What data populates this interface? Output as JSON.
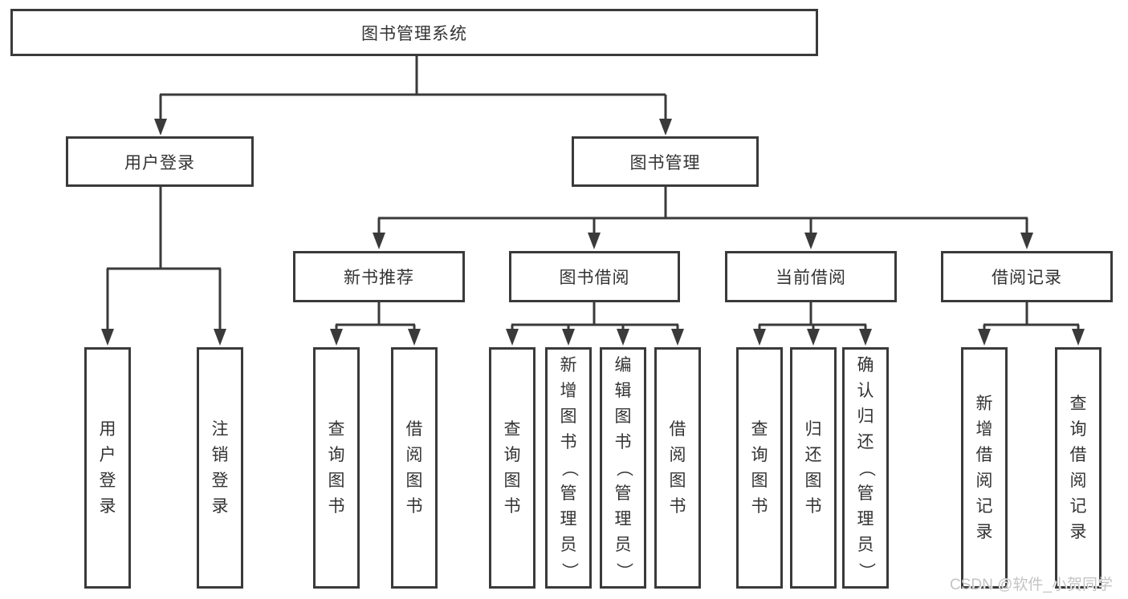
{
  "diagram": {
    "root": {
      "label": "图书管理系统"
    },
    "branches": [
      {
        "label": "用户登录",
        "children": [
          {
            "label": "用户登录"
          },
          {
            "label": "注销登录"
          }
        ]
      },
      {
        "label": "图书管理",
        "sections": [
          {
            "label": "新书推荐",
            "children": [
              {
                "label": "查询图书"
              },
              {
                "label": "借阅图书"
              }
            ]
          },
          {
            "label": "图书借阅",
            "children": [
              {
                "label": "查询图书"
              },
              {
                "label": "新增图书（管理员）"
              },
              {
                "label": "编辑图书（管理员）"
              },
              {
                "label": "借阅图书"
              }
            ]
          },
          {
            "label": "当前借阅",
            "children": [
              {
                "label": "查询图书"
              },
              {
                "label": "归还图书"
              },
              {
                "label": "确认归还（管理员）"
              }
            ]
          },
          {
            "label": "借阅记录",
            "children": [
              {
                "label": "新增借阅记录"
              },
              {
                "label": "查询借阅记录"
              }
            ]
          }
        ]
      }
    ]
  },
  "watermark": {
    "text": "CSDN @软件_小贺同学"
  },
  "colors": {
    "line": "#3a3a3a",
    "text": "#333333",
    "box_fill": "#ffffff",
    "watermark": "#c4c4c4"
  }
}
